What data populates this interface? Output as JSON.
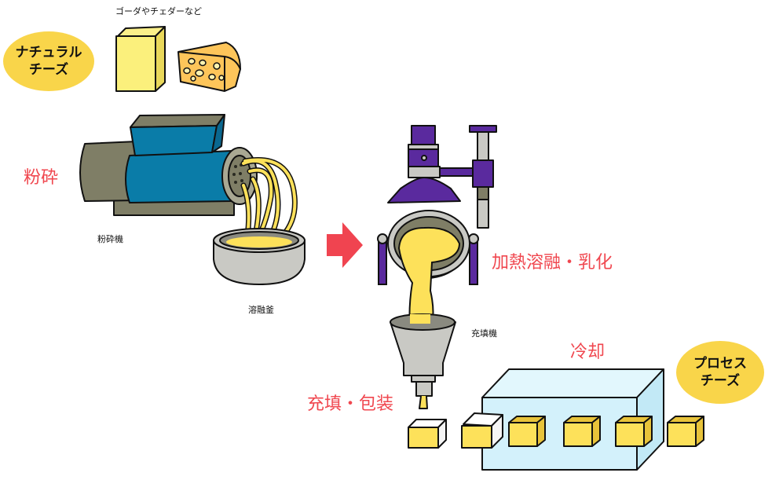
{
  "title": "プロセスチーズの製造工程",
  "colors": {
    "step_label": "#f0474f",
    "bubble": "#f9d54a",
    "cheese": "#fde15a",
    "grinder_blue": "#0a7ca8",
    "grinder_olive": "#7f7e66",
    "kettle_purple": "#5a2a9e",
    "metal_gray": "#c9c9c4",
    "cooler_blue": "#d3f1fb",
    "arrow_red": "#f04450"
  },
  "start": {
    "bubble_lines": [
      "ナチュラル",
      "チーズ"
    ],
    "caption": "ゴーダやチェダーなど"
  },
  "steps": [
    {
      "id": "grind",
      "label": "粉砕",
      "equipment": [
        "粉砕機",
        "溶融釜"
      ]
    },
    {
      "id": "heat",
      "label": "加熱溶融・乳化",
      "equipment": []
    },
    {
      "id": "fill",
      "label": "充填・包装",
      "equipment": [
        "充填機"
      ]
    },
    {
      "id": "cool",
      "label": "冷却",
      "equipment": []
    }
  ],
  "end": {
    "bubble_lines": [
      "プロセス",
      "チーズ"
    ]
  }
}
